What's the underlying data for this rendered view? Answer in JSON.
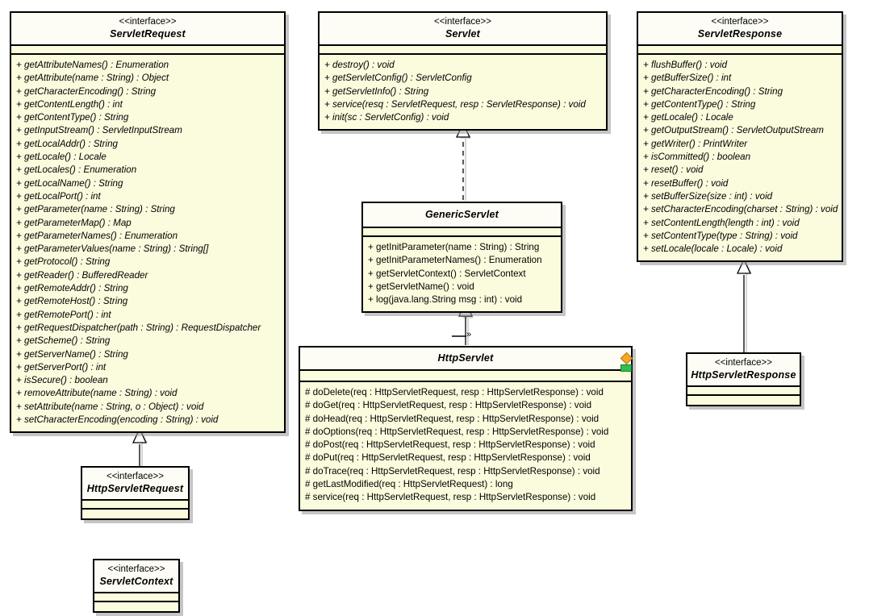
{
  "diagram": {
    "title": "Java Servlet API UML class diagram",
    "type": "uml-class-diagram",
    "colors": {
      "box_fill": "#fbfbdd",
      "header_fill": "#fdfdf5",
      "border": "#000000",
      "shadow": "#969696",
      "adornment_diamond": "#f5a623",
      "adornment_square": "#2fbf4f"
    },
    "stereotype_label": "<<interface>>"
  },
  "classes": {
    "servlet_request": {
      "stereotype": "<<interface>>",
      "name": "ServletRequest",
      "operations": [
        "+ getAttributeNames() : Enumeration",
        "+ getAttribute(name : String) : Object",
        "+ getCharacterEncoding() : String",
        "+ getContentLength() : int",
        "+ getContentType() : String",
        "+ getInputStream() : ServletInputStream",
        "+ getLocalAddr() : String",
        "+ getLocale() : Locale",
        "+ getLocales() : Enumeration",
        "+ getLocalName() : String",
        "+ getLocalPort() : int",
        "+ getParameter(name : String) : String",
        "+ getParameterMap() : Map",
        "+ getParameterNames() : Enumeration",
        "+ getParameterValues(name : String) : String[]",
        "+ getProtocol() : String",
        "+ getReader() : BufferedReader",
        "+ getRemoteAddr() : String",
        "+ getRemoteHost() : String",
        "+ getRemotePort() : int",
        "+ getRequestDispatcher(path : String) : RequestDispatcher",
        "+ getScheme() : String",
        "+ getServerName() : String",
        "+ getServerPort() : int",
        "+ isSecure() : boolean",
        "+ removeAttribute(name : String) : void",
        "+ setAttribute(name : String, o : Object) : void",
        "+ setCharacterEncoding(encoding : String) : void"
      ]
    },
    "servlet": {
      "stereotype": "<<interface>>",
      "name": "Servlet",
      "operations": [
        "+ destroy() : void",
        "+ getServletConfig() : ServletConfig",
        "+ getServletInfo() : String",
        "+ service(resq : ServletRequest, resp : ServletResponse) : void",
        "+ init(sc : ServletConfig) : void"
      ]
    },
    "servlet_response": {
      "stereotype": "<<interface>>",
      "name": "ServletResponse",
      "operations": [
        "+ flushBuffer() : void",
        "+ getBufferSize() : int",
        "+ getCharacterEncoding() : String",
        "+ getContentType() : String",
        "+ getLocale() : Locale",
        "+ getOutputStream() : ServletOutputStream",
        "+ getWriter() : PrintWriter",
        "+ isCommitted() : boolean",
        "+ reset() : void",
        "+ resetBuffer() : void",
        "+ setBufferSize(size : int) : void",
        "+ setCharacterEncoding(charset : String) : void",
        "+ setContentLength(length : int) : void",
        "+ setContentType(type : String) : void",
        "+ setLocale(locale : Locale) : void"
      ]
    },
    "generic_servlet": {
      "stereotype": "",
      "name": "GenericServlet",
      "operations": [
        "+ getInitParameter(name : String) : String",
        "+ getInitParameterNames() : Enumeration",
        "+ getServletContext() : ServletContext",
        "+ getServletName() : void",
        "+ log(java.lang.String msg : int) : void"
      ]
    },
    "http_servlet": {
      "stereotype": "",
      "name": "HttpServlet",
      "operations": [
        "# doDelete(req : HttpServletRequest, resp : HttpServletResponse) : void",
        "# doGet(req : HttpServletRequest, resp : HttpServletResponse) : void",
        "# doHead(req : HttpServletRequest, resp : HttpServletResponse) : void",
        "# doOptions(req : HttpServletRequest, resp : HttpServletResponse) : void",
        "# doPost(req : HttpServletRequest, resp : HttpServletResponse) : void",
        "# doPut(req : HttpServletRequest, resp : HttpServletResponse) : void",
        "# doTrace(req : HttpServletRequest, resp : HttpServletResponse) : void",
        "# getLastModified(req : HttpServletRequest) : long",
        "# service(req : HttpServletRequest, resp : HttpServletResponse) : void"
      ],
      "adornment_marker": "»"
    },
    "http_servlet_request": {
      "stereotype": "<<interface>>",
      "name": "HttpServletRequest",
      "operations": []
    },
    "http_servlet_response": {
      "stereotype": "<<interface>>",
      "name": "HttpServletResponse",
      "operations": []
    },
    "servlet_context": {
      "stereotype": "<<interface>>",
      "name": "ServletContext",
      "operations": []
    }
  },
  "relationships": [
    {
      "name": "generic-servlet-realizes-servlet",
      "from": "GenericServlet",
      "to": "Servlet",
      "type": "realization",
      "line": "dashed",
      "arrow": "hollow-triangle"
    },
    {
      "name": "http-servlet-extends-generic-servlet",
      "from": "HttpServlet",
      "to": "GenericServlet",
      "type": "generalization",
      "line": "solid",
      "arrow": "hollow-triangle"
    },
    {
      "name": "http-servlet-request-extends-servlet-request",
      "from": "HttpServletRequest",
      "to": "ServletRequest",
      "type": "generalization",
      "line": "solid",
      "arrow": "hollow-triangle"
    },
    {
      "name": "http-servlet-response-extends-servlet-response",
      "from": "HttpServletResponse",
      "to": "ServletResponse",
      "type": "generalization",
      "line": "solid",
      "arrow": "hollow-triangle"
    }
  ]
}
